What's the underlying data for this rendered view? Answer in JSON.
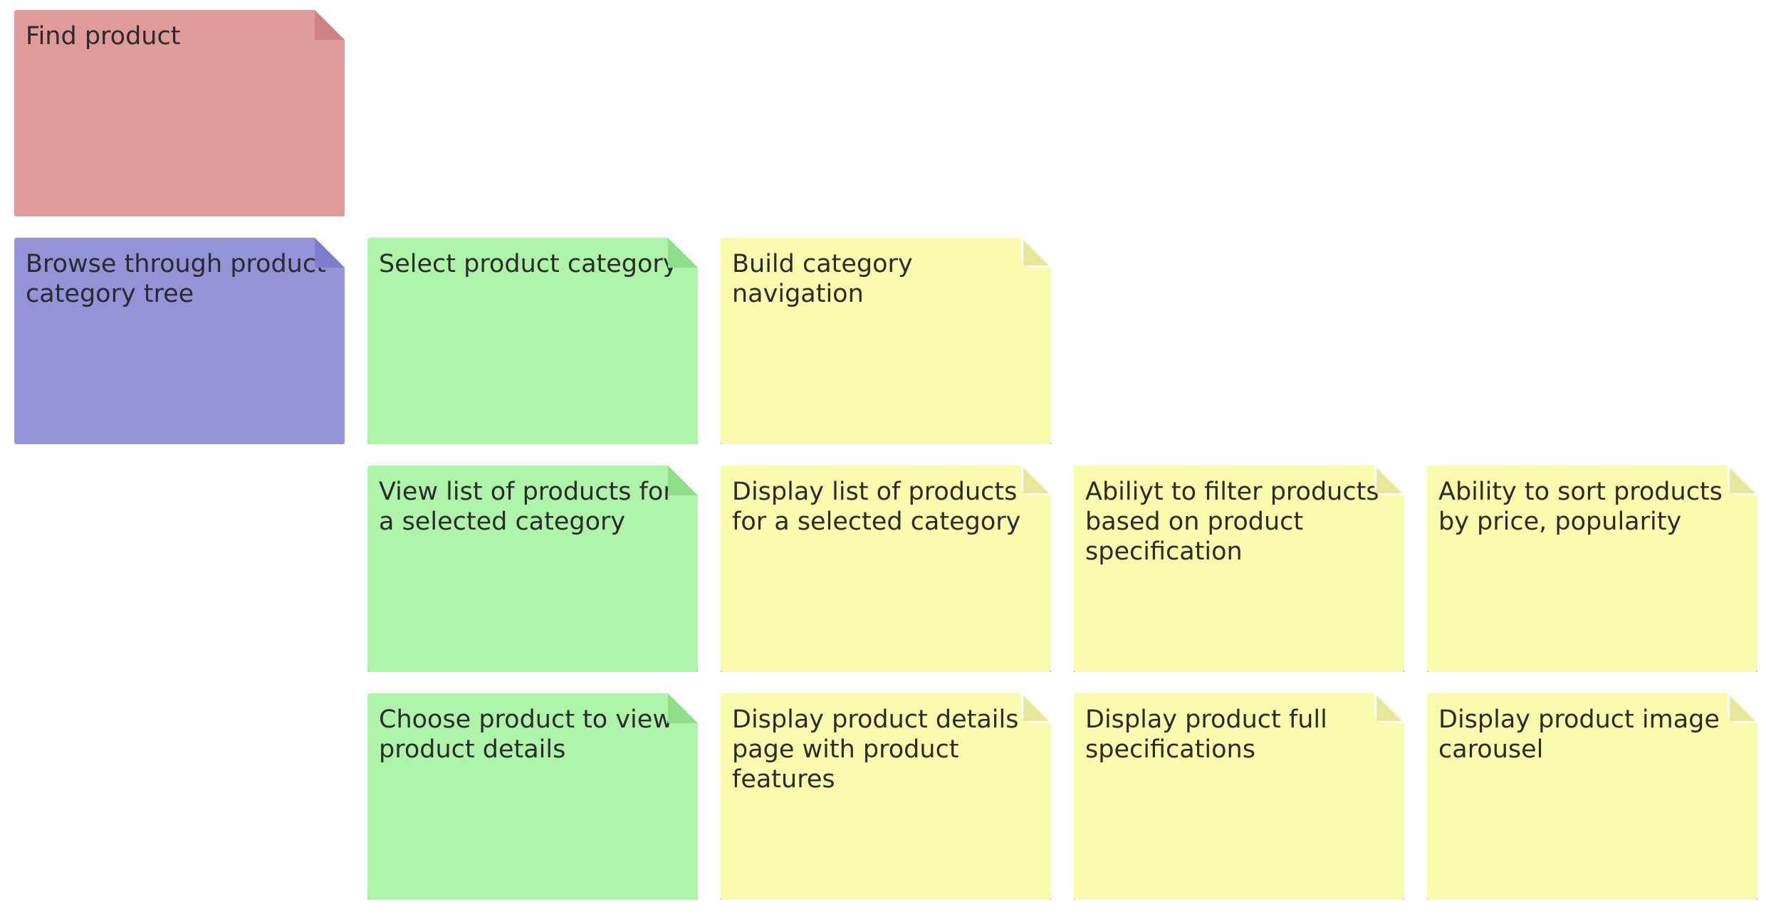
{
  "board": {
    "notes": [
      {
        "text": "Find product",
        "color": "#e09a9a",
        "kind": "activity"
      },
      {
        "text": "Browse through product\ncategory tree",
        "color": "#9393d9",
        "kind": "task"
      },
      {
        "text": "Select product category",
        "color": "#aef5aa",
        "kind": "story"
      },
      {
        "text": "Build category\nnavigation",
        "color": "#fbfbae",
        "kind": "detail"
      },
      {
        "text": "View list of products for\na selected category",
        "color": "#aef5aa",
        "kind": "story"
      },
      {
        "text": "Display list of products\nfor a selected category",
        "color": "#fbfbae",
        "kind": "detail"
      },
      {
        "text": "Abiliyt to filter products\nbased on product\nspecification",
        "color": "#fbfbae",
        "kind": "detail"
      },
      {
        "text": "Ability to sort products\nby price, popularity",
        "color": "#fbfbae",
        "kind": "detail"
      },
      {
        "text": "Choose product to view\nproduct details",
        "color": "#aef5aa",
        "kind": "story"
      },
      {
        "text": "Display product details\npage with product\nfeatures",
        "color": "#fbfbae",
        "kind": "detail"
      },
      {
        "text": "Display product full\nspecifications",
        "color": "#fbfbae",
        "kind": "detail"
      },
      {
        "text": "Display product image\ncarousel",
        "color": "#fbfbae",
        "kind": "detail"
      }
    ]
  }
}
